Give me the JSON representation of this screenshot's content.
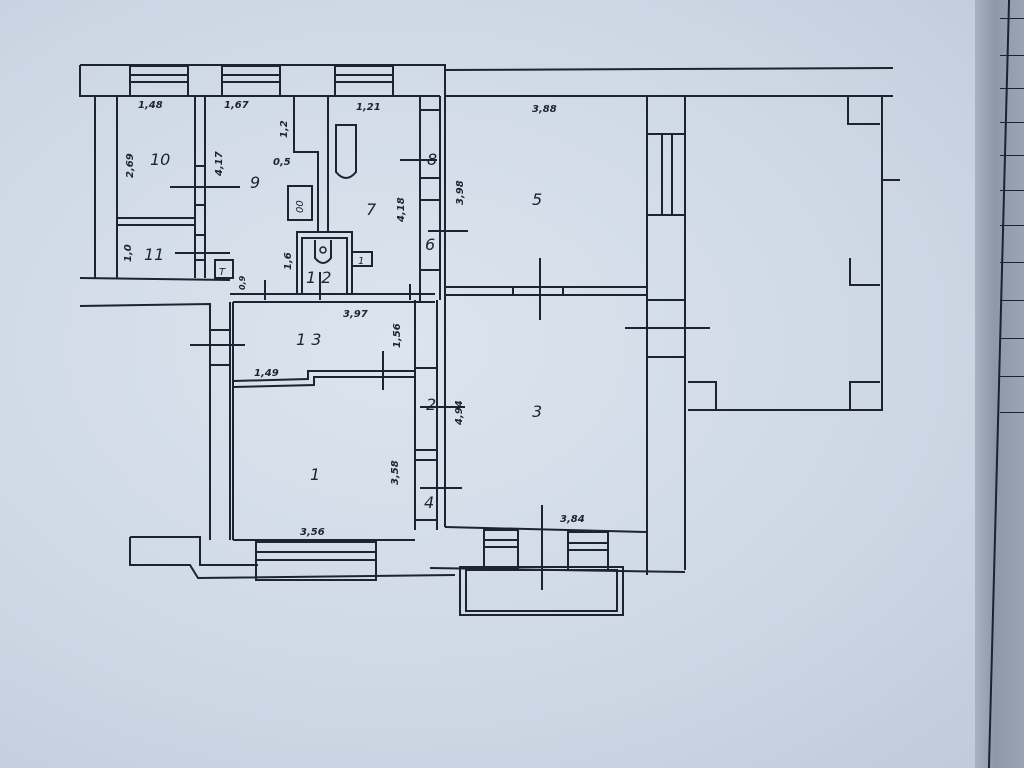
{
  "document": {
    "type": "floor plan (hand-traced, photographed)",
    "colors": {
      "paper": "#d3dce8",
      "ink": "#1d2330",
      "shadow": "#8d98a8"
    }
  },
  "rooms": [
    {
      "id": "1",
      "label": "1"
    },
    {
      "id": "2",
      "label": "2"
    },
    {
      "id": "3",
      "label": "3"
    },
    {
      "id": "4",
      "label": "4"
    },
    {
      "id": "5",
      "label": "5"
    },
    {
      "id": "6",
      "label": "6"
    },
    {
      "id": "7",
      "label": "7"
    },
    {
      "id": "8",
      "label": "8"
    },
    {
      "id": "9",
      "label": "9"
    },
    {
      "id": "10",
      "label": "10"
    },
    {
      "id": "11",
      "label": "11"
    },
    {
      "id": "12",
      "label": "1 2"
    },
    {
      "id": "13",
      "label": "1 3"
    }
  ],
  "dimensions": {
    "room10_width": "1,48",
    "room10_height": "2,69",
    "room11_height": "1,0",
    "room9_width": "1,67",
    "room9_height": "4,17",
    "room9_notch_height": "1,2",
    "room9_notch_width": "0,5",
    "room12_height": "1,6",
    "room12_small": "0,9",
    "room7_width": "1,21",
    "room7_height": "4,18",
    "room5_width": "3,88",
    "room5_height": "3,98",
    "room13_width": "3,97",
    "room13_height": "1,56",
    "room13_step": "1,49",
    "room1_width": "3,56",
    "room1_height": "3,58",
    "room3_width": "3,84",
    "room3_height": "4,94"
  },
  "fixtures": {
    "stove_label": "00",
    "toilet_mark": "1",
    "heater_mark": "T"
  }
}
